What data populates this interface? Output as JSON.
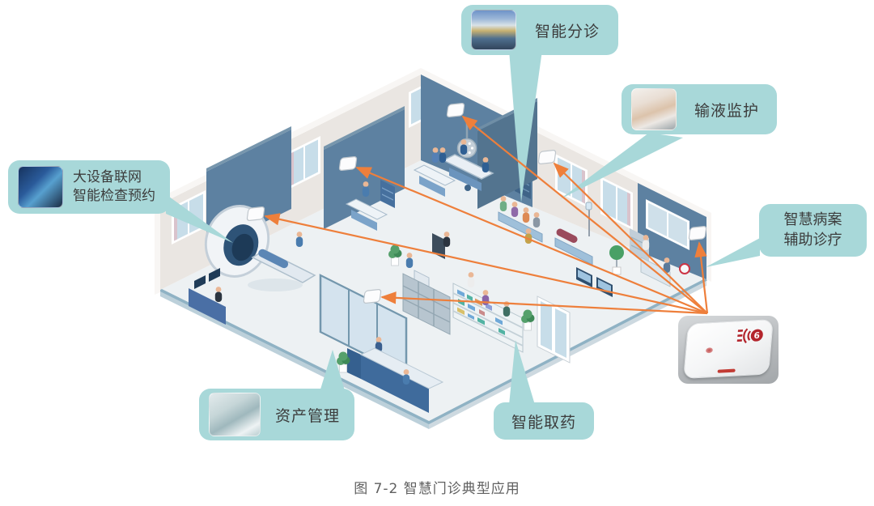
{
  "figure": {
    "caption": "图 7-2 智慧门诊典型应用"
  },
  "callouts": {
    "triage": {
      "label": "智能分诊"
    },
    "infusion": {
      "label": "输液监护"
    },
    "equipment": {
      "line1": "大设备联网",
      "line2": "智能检查预约"
    },
    "records": {
      "line1": "智慧病案",
      "line2": "辅助诊疗"
    },
    "asset": {
      "label": "资产管理"
    },
    "medicine": {
      "label": "智能取药"
    }
  },
  "device": {
    "logo_text": "6"
  },
  "colors": {
    "callout_bg": "#a8d8d9",
    "link_orange": "#ee7f3b",
    "logo_red": "#b3242c",
    "wall_blue": "#5d81a1",
    "caption_gray": "#606060"
  }
}
